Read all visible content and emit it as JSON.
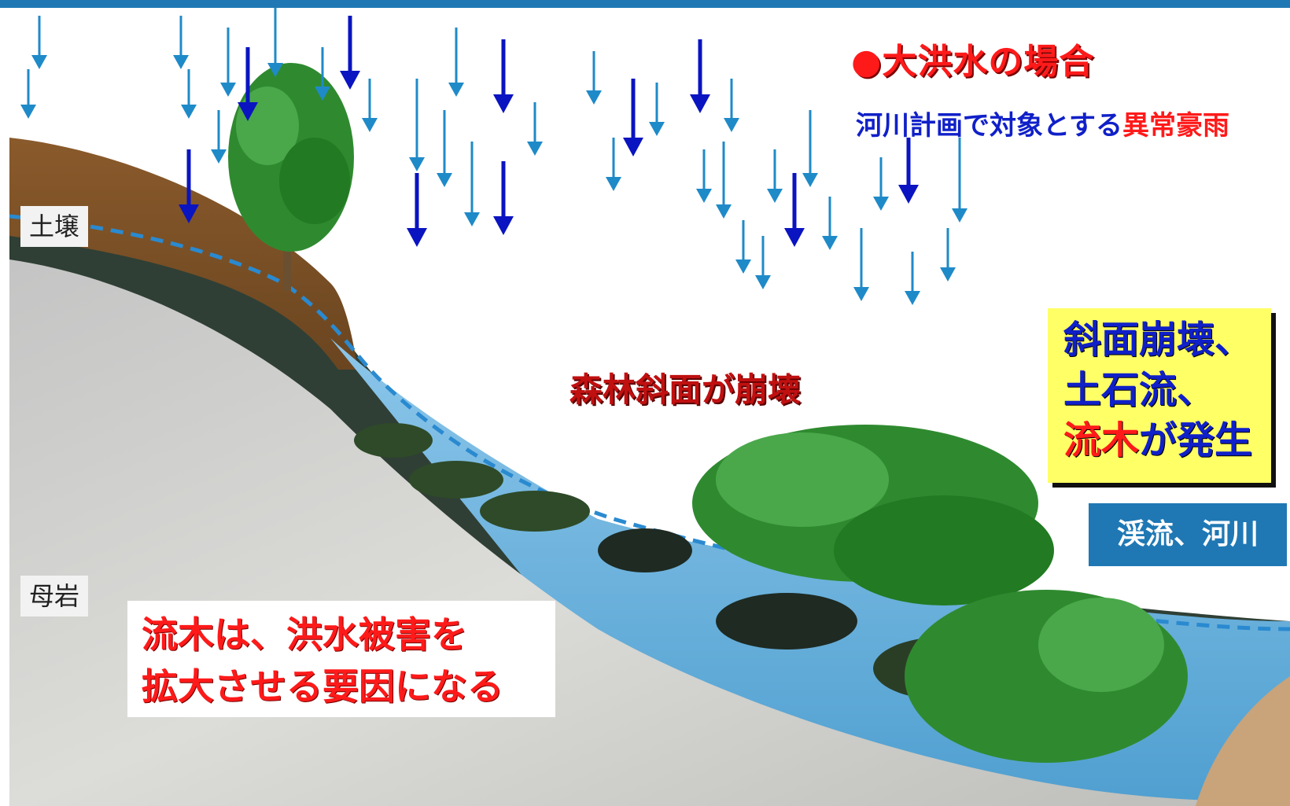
{
  "title_flood": "●大洪水の場合",
  "subtitle_rain": {
    "prefix": "河川計画で対象とする",
    "accent": "異常豪雨"
  },
  "labels": {
    "soil": "土壌",
    "bedrock": "母岩",
    "collapse": "森林斜面が崩壊"
  },
  "outcome_box": {
    "line1": "斜面崩壊、",
    "line2": "土石流、",
    "line3_accent": "流木",
    "line3_rest": "が発生"
  },
  "stream_box": "渓流、河川",
  "driftwood_box": {
    "line1": "流木は、洪水被害を",
    "line2": "拡大させる要因になる"
  },
  "colors": {
    "header_band": "#1f78b4",
    "rain_light": "#1f8ac8",
    "rain_dark": "#0a14c0",
    "soil": "#8a5a2b",
    "water": "#6fb4e0",
    "bedrock": "#d8d8d8",
    "foliage": "#2f8a2f",
    "accent_red": "#ff1a1a",
    "text_blue": "#1020c8",
    "highlight_yellow": "#ffff66"
  }
}
